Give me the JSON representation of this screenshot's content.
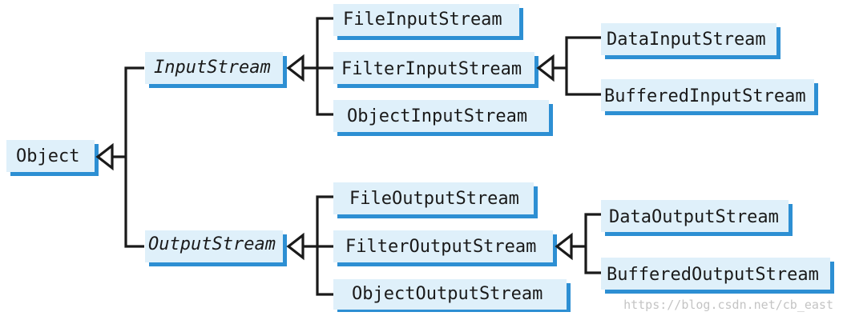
{
  "diagram": {
    "type": "class-hierarchy",
    "colors": {
      "box_fill": "#dff0fa",
      "box_shadow": "#2d8fd3",
      "line": "#1a1a1a",
      "watermark": "#c4c4c4"
    },
    "classes": {
      "object": "Object",
      "input_stream": "InputStream",
      "output_stream": "OutputStream",
      "file_input_stream": "FileInputStream",
      "filter_input_stream": "FilterInputStream",
      "object_input_stream": "ObjectInputStream",
      "data_input_stream": "DataInputStream",
      "buffered_input_stream": "BufferedInputStream",
      "file_output_stream": "FileOutputStream",
      "filter_output_stream": "FilterOutputStream",
      "object_output_stream": "ObjectOutputStream",
      "data_output_stream": "DataOutputStream",
      "buffered_output_stream": "BufferedOutputStream"
    },
    "abstract_classes": [
      "InputStream",
      "OutputStream"
    ],
    "inheritance": [
      {
        "child": "InputStream",
        "parent": "Object"
      },
      {
        "child": "OutputStream",
        "parent": "Object"
      },
      {
        "child": "FileInputStream",
        "parent": "InputStream"
      },
      {
        "child": "FilterInputStream",
        "parent": "InputStream"
      },
      {
        "child": "ObjectInputStream",
        "parent": "InputStream"
      },
      {
        "child": "DataInputStream",
        "parent": "FilterInputStream"
      },
      {
        "child": "BufferedInputStream",
        "parent": "FilterInputStream"
      },
      {
        "child": "FileOutputStream",
        "parent": "OutputStream"
      },
      {
        "child": "FilterOutputStream",
        "parent": "OutputStream"
      },
      {
        "child": "ObjectOutputStream",
        "parent": "OutputStream"
      },
      {
        "child": "DataOutputStream",
        "parent": "FilterOutputStream"
      },
      {
        "child": "BufferedOutputStream",
        "parent": "FilterOutputStream"
      }
    ],
    "watermark": "https://blog.csdn.net/cb_east"
  }
}
